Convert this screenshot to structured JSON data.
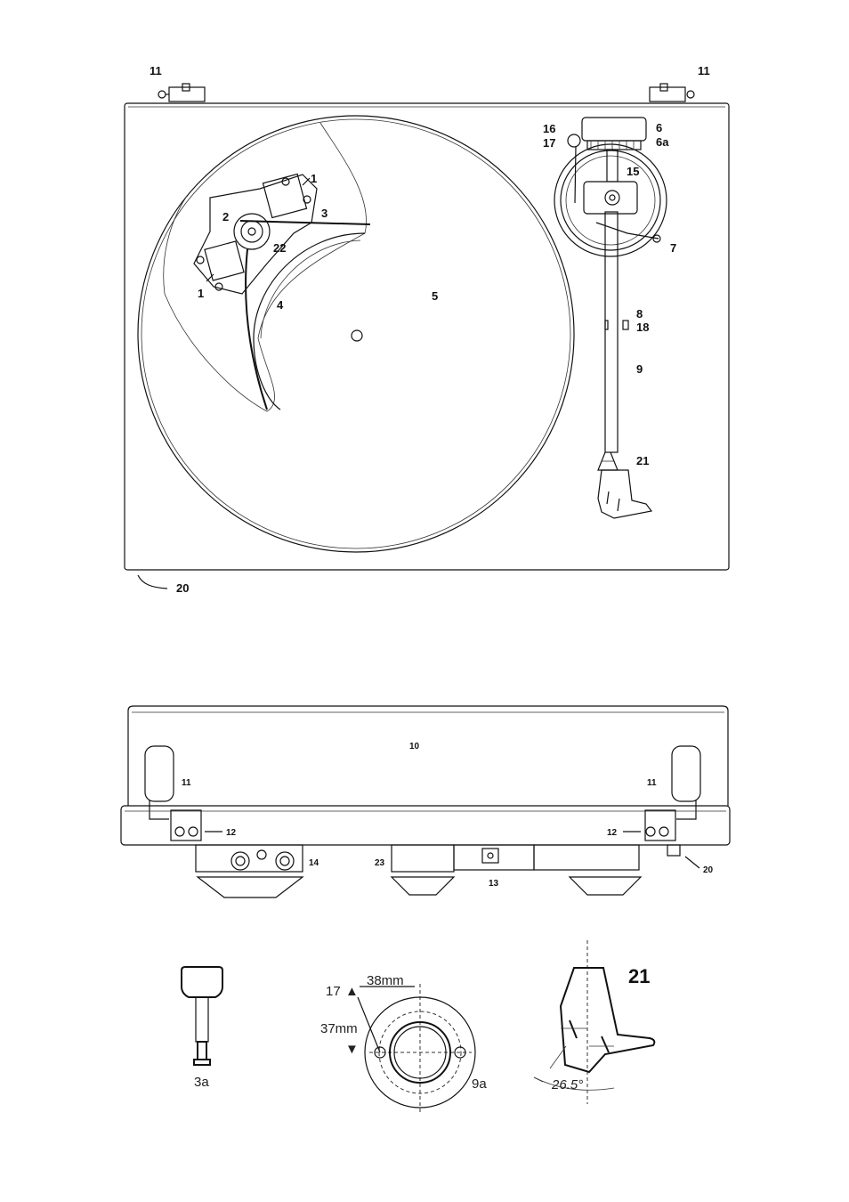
{
  "top_view": {
    "labels": {
      "hinge_left": "11",
      "hinge_right": "11",
      "motor_mount_top": "1",
      "motor_mount_bottom": "1",
      "motor": "2",
      "belt": "3",
      "sub_platter": "4",
      "platter": "5",
      "counterweight": "6",
      "counterweight_ring": "6a",
      "arm_lift": "7",
      "arm_rest": "8",
      "tonearm_tube": "9",
      "antiskate_a": "16",
      "antiskate_b": "17",
      "bearing": "15",
      "cueing": "18",
      "headshell": "21",
      "pulley": "22",
      "power_switch": "20"
    }
  },
  "rear_view": {
    "labels": {
      "dust_cover": "10",
      "hinge_left": "11",
      "hinge_right": "11",
      "screw_left": "12",
      "screw_right": "12",
      "rca_outputs": "14",
      "feet": "23",
      "power_socket": "13",
      "switch": "20"
    }
  },
  "detail_views": {
    "belt_tool_label": "3a",
    "mounting_template": {
      "label_17": "17",
      "dim_horizontal": "38mm",
      "dim_vertical": "37mm",
      "label_9a": "9a"
    },
    "headshell": {
      "label": "21",
      "angle": "26.5°"
    }
  }
}
